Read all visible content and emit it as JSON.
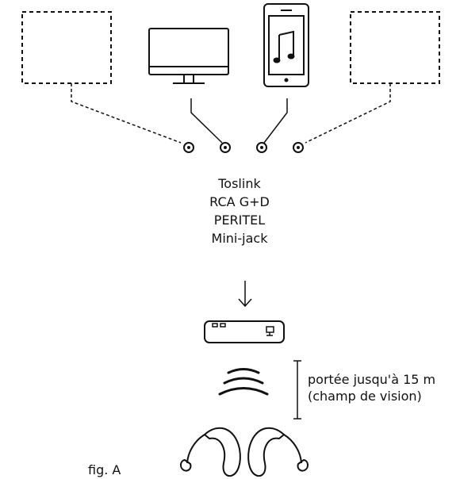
{
  "connectors": [
    {
      "label": "Toslink"
    },
    {
      "label": "RCA G+D"
    },
    {
      "label": "PERITEL"
    },
    {
      "label": "Mini-jack"
    }
  ],
  "range": {
    "line1": "portée jusqu'à 15 m",
    "line2": "(champ de vision)"
  },
  "caption": "fig. A",
  "icons": {
    "left_placeholder": "dashed-box-icon",
    "monitor": "monitor-icon",
    "phone": "smartphone-music-icon",
    "right_placeholder": "dashed-box-icon",
    "arrow": "arrow-down-icon",
    "transmitter": "tv-streamer-icon",
    "signal": "wireless-signal-icon",
    "hearing_aids": "hearing-aids-icon"
  }
}
